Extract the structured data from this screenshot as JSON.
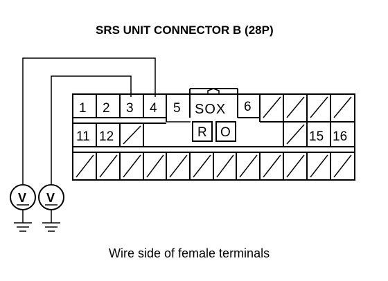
{
  "title": "SRS UNIT CONNECTOR B (28P)",
  "caption": "Wire side of female terminals",
  "connector": {
    "pins_row1": [
      "1",
      "2",
      "3",
      "4",
      "5"
    ],
    "pin6": "6",
    "sox_label": "SOX",
    "pins_row2": [
      "11",
      "12"
    ],
    "pins_row2_right": [
      "15",
      "16"
    ],
    "short_r": "R",
    "short_o": "O"
  },
  "meters": [
    {
      "symbol": "V"
    },
    {
      "symbol": "V"
    }
  ]
}
